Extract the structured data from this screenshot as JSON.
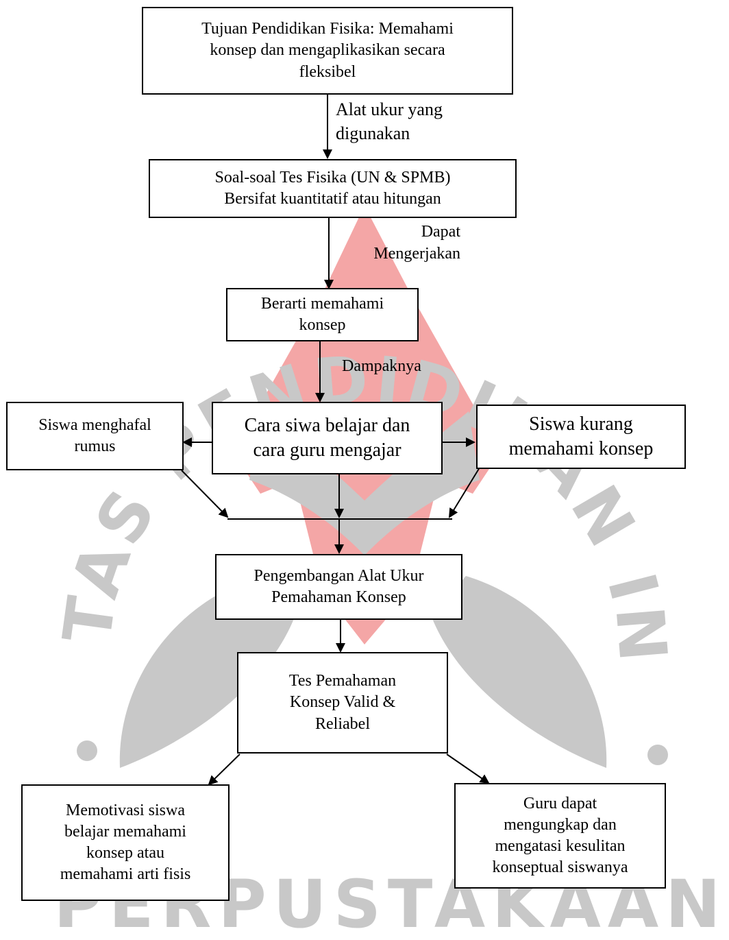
{
  "watermark": {
    "ring_text": "UNIVERSITAS PENDIDIKAN INDONESIA",
    "bottom_text": "PERPUSTAKAAN",
    "colors": {
      "gray": "#c8c8c8",
      "red": "#f4a6a6"
    }
  },
  "nodes": {
    "goal": "Tujuan Pendidikan Fisika: Memahami\nkonsep dan mengaplikasikan secara\nfleksibel",
    "tests": "Soal-soal Tes Fisika (UN & SPMB)\nBersifat kuantitatif atau hitungan",
    "understand": "Berarti memahami\nkonsep",
    "learning": "Cara siwa belajar dan\ncara guru mengajar",
    "memorize": "Siswa menghafal\nrumus",
    "lacking": "Siswa kurang\nmemahami konsep",
    "develop": "Pengembangan Alat Ukur\nPemahaman Konsep",
    "valid": "Tes Pemahaman\nKonsep Valid &\nReliabel",
    "motivate": "Memotivasi siswa\nbelajar memahami\nkonsep atau\nmemahami arti fisis",
    "teacher": "Guru dapat\nmengungkap dan\nmengatasi kesulitan\nkonseptual siswanya"
  },
  "edge_labels": {
    "tool": "Alat ukur yang\ndigunakan",
    "can_do": "Dapat\nMengerjakan",
    "impact": "Dampaknya"
  }
}
